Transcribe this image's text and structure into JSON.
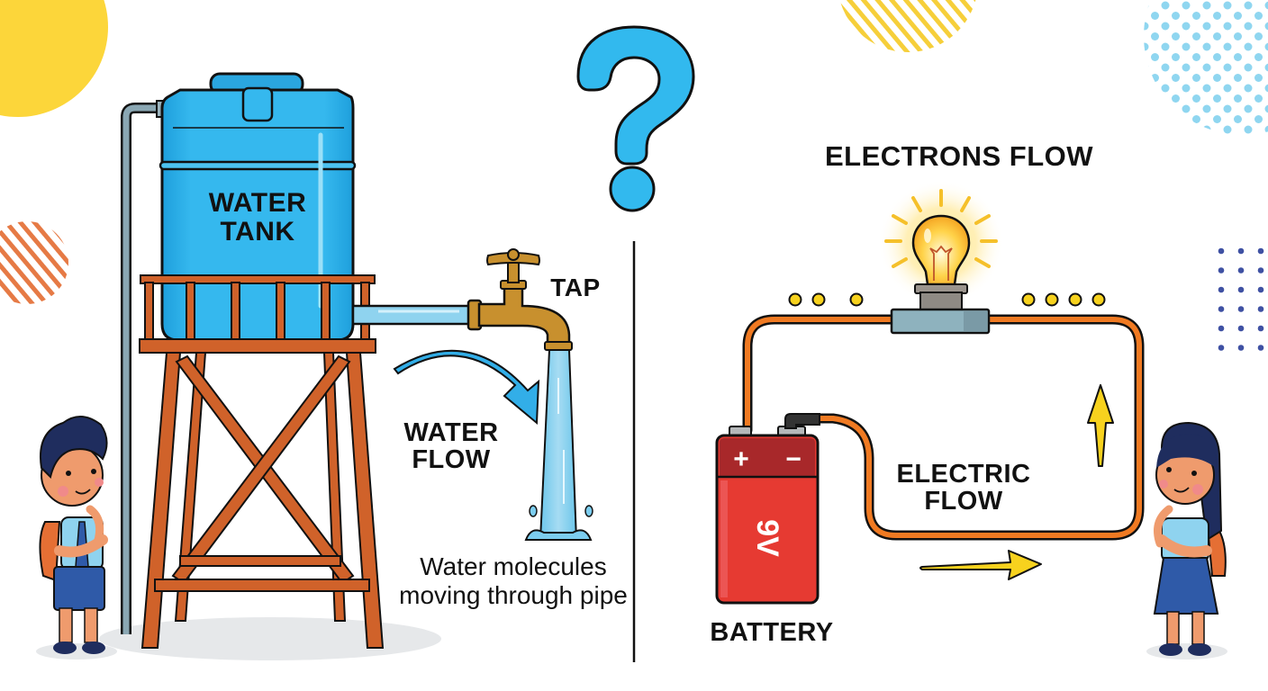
{
  "title": "Water Flow vs Electric Flow Analogy",
  "left_panel": {
    "tank_label_line1": "WATER",
    "tank_label_line2": "TANK",
    "tap_label": "TAP",
    "flow_label_line1": "WATER",
    "flow_label_line2": "FLOW",
    "description": "Water molecules moving through pipe"
  },
  "center": {
    "symbol": "?"
  },
  "right_panel": {
    "header_label": "ELECTRONS FLOW",
    "flow_label_line1": "ELECTRIC",
    "flow_label_line2": "FLOW",
    "battery_label": "BATTERY",
    "battery_voltage": "9V",
    "battery_plus": "+",
    "battery_minus": "−",
    "electrons_left_count": 3,
    "electrons_right_count": 4
  },
  "colors": {
    "water_blue": "#29b6e8",
    "tank_blue": "#2fb0ea",
    "pipe_blue": "#8fd3ef",
    "wood": "#d0622a",
    "brass": "#c8902e",
    "wire_orange": "#f07a22",
    "battery_red": "#e63a32",
    "battery_top": "#a8282a",
    "electron_yellow": "#f7d21e",
    "bulb_glow": "#ffd75e",
    "deco_yellow": "#fcd63a",
    "deco_orange_stripes": "#e67a45",
    "deco_blue_dots": "#8fd6f0",
    "deco_navy_dots": "#3f51a3",
    "outline": "#111111"
  }
}
